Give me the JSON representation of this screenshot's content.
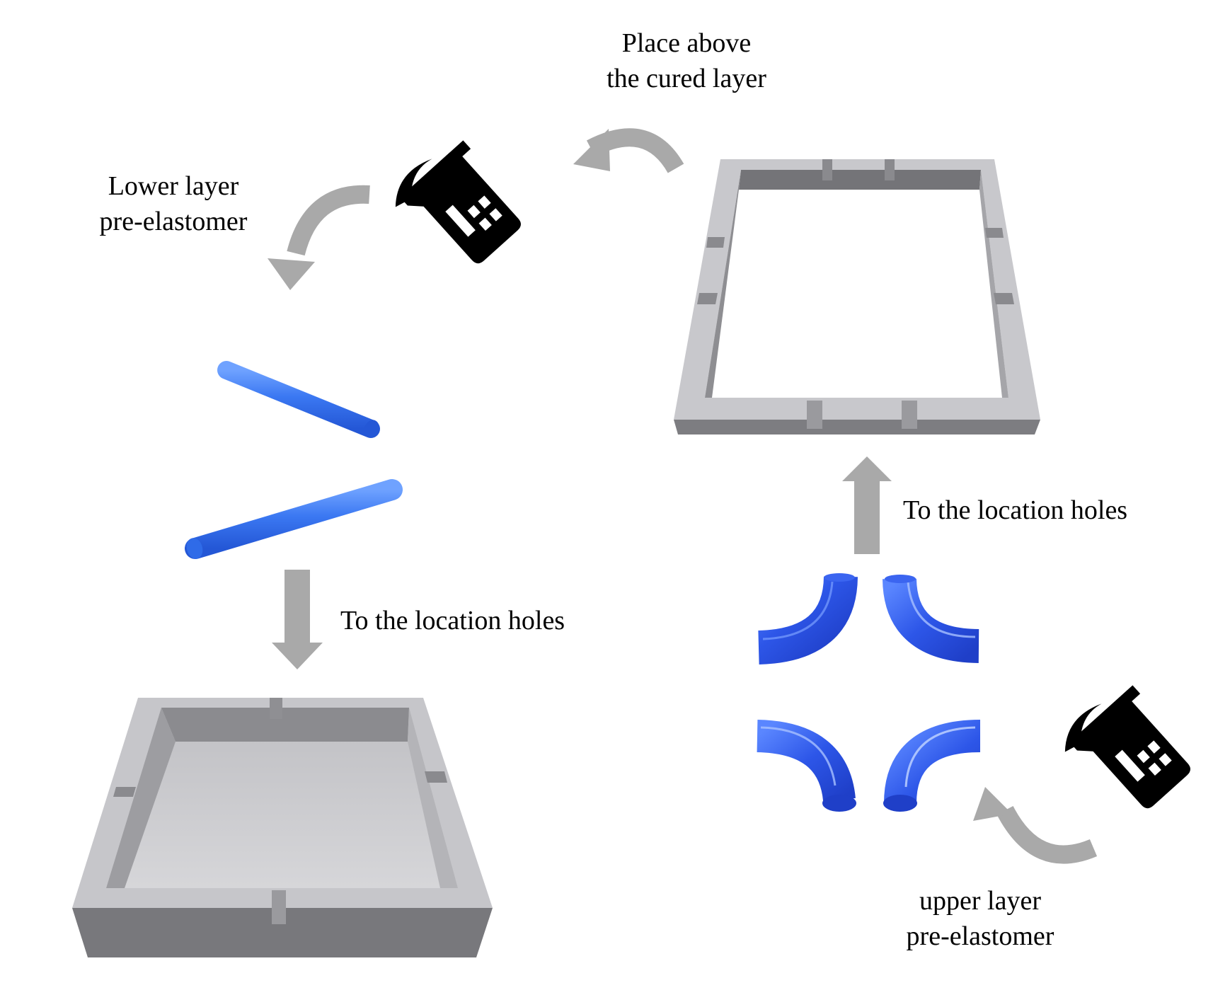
{
  "labels": {
    "lower_layer": [
      "Lower layer",
      "pre-elastomer"
    ],
    "place_above": [
      "Place above",
      "the cured layer"
    ],
    "to_location_left": "To the location holes",
    "to_location_right": "To the location holes",
    "upper_layer": [
      "upper layer",
      "pre-elastomer"
    ]
  },
  "icons": {
    "beaker_top": "beaker-pour-icon",
    "beaker_bottom": "beaker-pour-icon"
  },
  "colors": {
    "blue": "#3b78f2",
    "blue_dark": "#2a4fd6",
    "frame_top": "#c9c9cd",
    "frame_side": "#8f8f93",
    "frame_inner": "#7a7a7e",
    "arrow": "#a9a9a9"
  }
}
